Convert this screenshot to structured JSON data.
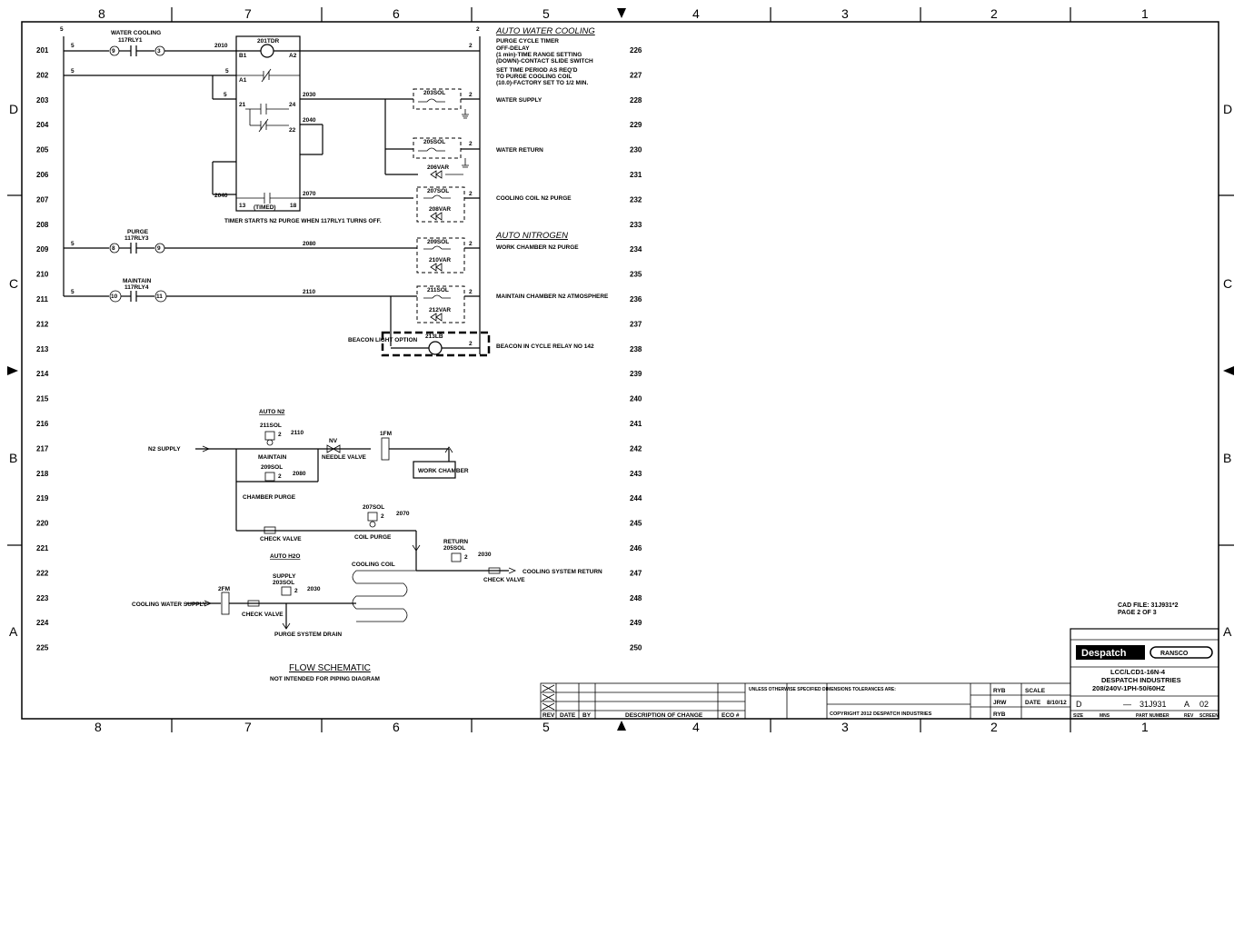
{
  "zones_top": [
    "8",
    "7",
    "6",
    "5",
    "4",
    "3",
    "2",
    "1"
  ],
  "zones_side": [
    "D",
    "C",
    "B",
    "A"
  ],
  "rungs_left": [
    "201",
    "202",
    "203",
    "204",
    "205",
    "206",
    "207",
    "208",
    "209",
    "210",
    "211",
    "212",
    "213",
    "214",
    "215",
    "216",
    "217",
    "218",
    "219",
    "220",
    "221",
    "222",
    "223",
    "224",
    "225"
  ],
  "rungs_right": [
    "226",
    "227",
    "228",
    "229",
    "230",
    "231",
    "232",
    "233",
    "234",
    "235",
    "236",
    "237",
    "238",
    "239",
    "240",
    "241",
    "242",
    "243",
    "244",
    "245",
    "246",
    "247",
    "248",
    "249",
    "250"
  ],
  "ladder": {
    "rail_left_node": "5",
    "rail_right_node": "2",
    "water_cooling_label": "WATER COOLING",
    "water_cooling_relay": "117RLY1",
    "water_cooling_terms": [
      "9",
      "3"
    ],
    "timer_label": "201TDR",
    "wire_2010": "2010",
    "wire_2030": "2030",
    "wire_2040": "2040",
    "wire_2070": "2070",
    "wire_2080": "2080",
    "wire_2110": "2110",
    "timer_pins": {
      "b1": "B1",
      "a2": "A2",
      "a1": "A1",
      "p21": "21",
      "p24": "24",
      "p22": "22",
      "p13": "13",
      "p18": "18",
      "timed": "(TIMED)"
    },
    "timer_note": "TIMER STARTS N2 PURGE WHEN 117RLY1 TURNS OFF.",
    "purge_label": "PURGE",
    "purge_relay": "117RLY3",
    "purge_terms": [
      "8",
      "9"
    ],
    "maintain_label": "MAINTAIN",
    "maintain_relay": "117RLY4",
    "maintain_terms": [
      "10",
      "11"
    ],
    "sol_203": "203SOL",
    "sol_205": "205SOL",
    "diode_206": "206VAR",
    "sol_207": "207SOL",
    "diode_207": "208VAR",
    "sol_209": "209SOL",
    "diode_209": "210VAR",
    "sol_211": "211SOL",
    "diode_211": "212VAR",
    "beacon_tag": "213LB",
    "beacon_option": "BEACON LIGHT OPTION"
  },
  "descriptions": {
    "auto_water_title": "AUTO WATER COOLING",
    "auto_water_notes": [
      "PURGE CYCLE TIMER",
      "OFF-DELAY",
      "(1 min)-TIME RANGE SETTING",
      "(DOWN)-CONTACT SLIDE SWITCH",
      "SET TIME PERIOD AS REQ'D",
      "TO PURGE COOLING COIL",
      "(10.0)-FACTORY SET TO 1/2 MIN."
    ],
    "water_supply": "WATER SUPPLY",
    "water_return": "WATER RETURN",
    "cooling_coil": "COOLING COIL N2 PURGE",
    "auto_nitrogen_title": "AUTO NITROGEN",
    "work_chamber": "WORK CHAMBER N2 PURGE",
    "maintain_chamber": "MAINTAIN CHAMBER N2 ATMOSPHERE",
    "beacon": "BEACON IN CYCLE RELAY NO 142"
  },
  "flow": {
    "auto_n2": "AUTO N2",
    "n2_supply": "N2 SUPPLY",
    "sol_211": "211SOL",
    "n_2110": "2110",
    "maintain": "MAINTAIN",
    "nv": "NV",
    "needle_valve": "NEEDLE VALVE",
    "fm1": "1FM",
    "work_chamber": "WORK CHAMBER",
    "sol_209": "209SOL",
    "n_2080": "2080",
    "chamber_purge": "CHAMBER PURGE",
    "sol_207": "207SOL",
    "n_2070": "2070",
    "coil_purge": "COIL PURGE",
    "check_valve": "CHECK VALVE",
    "auto_h2o": "AUTO H2O",
    "cooling_coil": "COOLING COIL",
    "return_label": "RETURN",
    "sol_205": "205SOL",
    "n_2030": "2030",
    "cooling_system_return": "COOLING SYSTEM RETURN",
    "supply_label": "SUPPLY",
    "sol_203": "203SOL",
    "cooling_water_supply": "COOLING WATER SUPPLY",
    "fm2": "2FM",
    "purge_drain": "PURGE SYSTEM DRAIN",
    "two": "2",
    "title": "FLOW SCHEMATIC",
    "subtitle": "NOT INTENDED FOR PIPING DIAGRAM"
  },
  "title_block": {
    "cad_file": "CAD FILE: 31J931*2",
    "page": "PAGE 2 OF 3",
    "company": "Despatch",
    "brand2": "RANSCO",
    "model": "LCC/LCD1-16N-4",
    "maker": "DESPATCH INDUSTRIES",
    "power": "208/240V-1PH-50/60HZ",
    "size": "D",
    "dash": "—",
    "part_no": "31J931",
    "rev": "A",
    "sheet": "02",
    "date": "8/10/12",
    "dwn": "RYB",
    "chk": "JRW",
    "app": "RYB",
    "scale": "SCALE",
    "date_lbl": "DATE",
    "rev_headers": [
      "REV",
      "DATE",
      "BY",
      "DESCRIPTION OF CHANGE",
      "ECO #"
    ],
    "tolerance_lbl": "UNLESS OTHERWISE SPECIFIED DIMENSIONS TOLERANCES ARE:",
    "copyright": "COPYRIGHT 2012 DESPATCH INDUSTRIES",
    "col_labels": [
      "SIZE",
      "MNS",
      "PART NUMBER",
      "REV",
      "SCREEN"
    ]
  }
}
